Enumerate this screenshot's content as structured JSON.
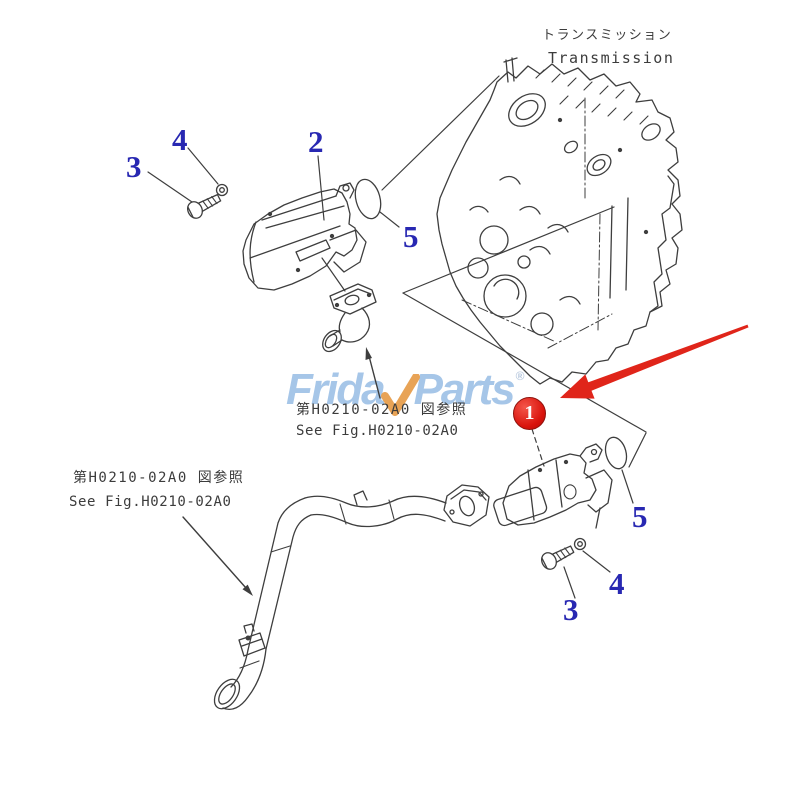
{
  "header": {
    "transmission_label_jp": "トランスミッション",
    "transmission_label_en": "Transmission"
  },
  "references": {
    "center": {
      "jp": "第H0210-02A0 図参照",
      "en": "See Fig.H0210-02A0"
    },
    "left": {
      "jp": "第H0210-02A0 図参照",
      "en": "See Fig.H0210-02A0"
    }
  },
  "callouts": {
    "highlight": {
      "label": "1",
      "style": "red-circle-badge"
    },
    "top_bolt": {
      "label": "3"
    },
    "top_washer": {
      "label": "4"
    },
    "top_pump": {
      "label": "2"
    },
    "top_oring": {
      "label": "5"
    },
    "bottom_oring": {
      "label": "5"
    },
    "bottom_washer": {
      "label": "4"
    },
    "bottom_bolt": {
      "label": "3"
    }
  },
  "watermark": {
    "brand_prefix": "Frida",
    "brand_suffix": "Parts",
    "registered_symbol": "®",
    "check_icon": "orange-checkmark"
  },
  "colors": {
    "callout_number": "#2828b2",
    "highlight_red": "#e0251a",
    "line_art": "#3e3e3e",
    "watermark_blue": "#a6c6e8",
    "watermark_orange": "#e8a356"
  }
}
